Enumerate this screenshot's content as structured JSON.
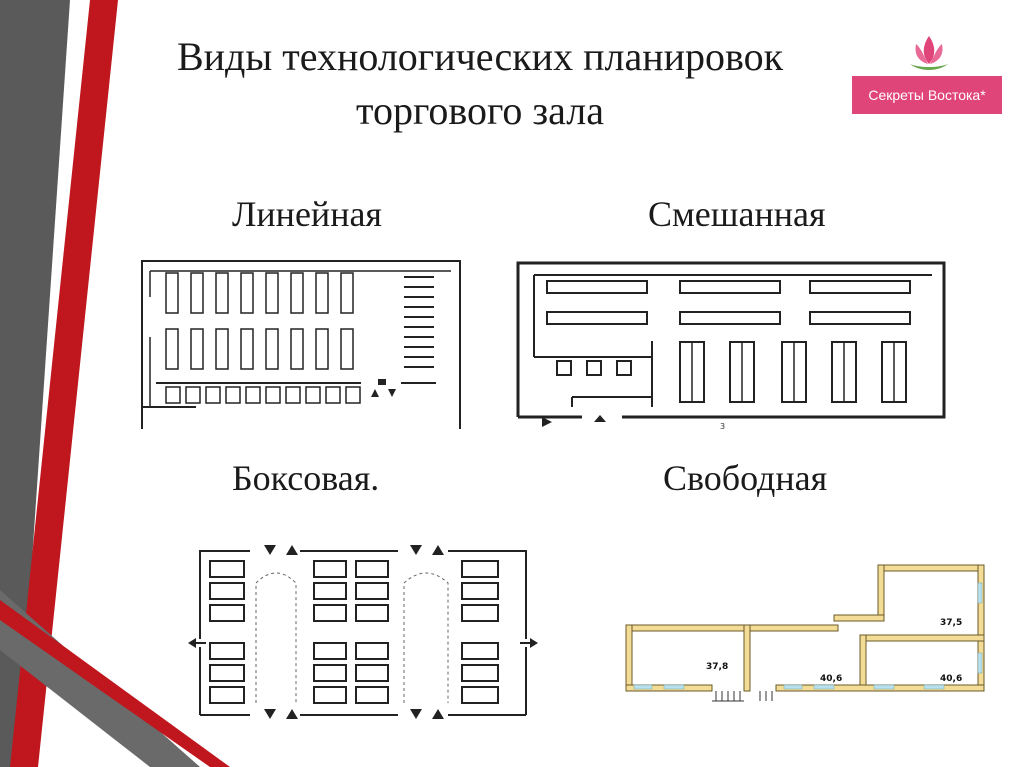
{
  "slide": {
    "title_line1": "Виды технологических планировок",
    "title_line2": "торгового зала",
    "logo_text": "Секреты Востока*",
    "labels": {
      "linear": "Линейная",
      "mixed": "Смешанная",
      "box": "Боксовая.",
      "free": "Свободная"
    },
    "free_plan_areas": [
      "37,5",
      "37,8",
      "40,6",
      "40,6"
    ],
    "mixed_plan_mark": "3"
  },
  "colors": {
    "stripe_dark": "#5a5a5a",
    "stripe_red": "#c0161d",
    "logo_pink": "#e0457a",
    "logo_green": "#6aa84f",
    "wall_yellow": "#f3dc95"
  }
}
